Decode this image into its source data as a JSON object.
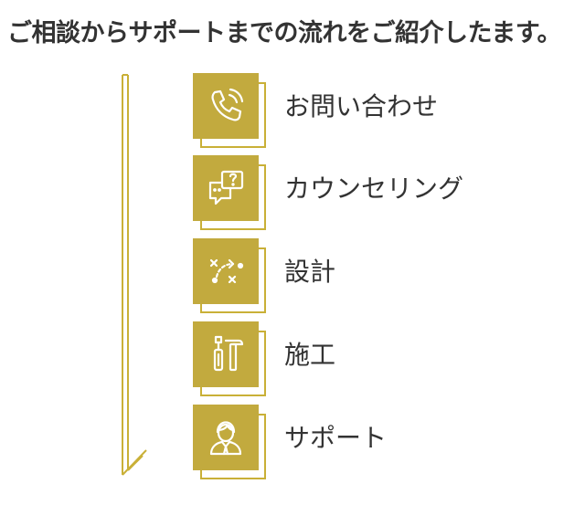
{
  "title": "ご相談からサポートまでの流れをご紹介したます。",
  "colors": {
    "accent": "#c2aa3e",
    "accent_line": "#c9b037",
    "text": "#333333"
  },
  "steps": [
    {
      "label": "お問い合わせ",
      "icon": "phone-icon"
    },
    {
      "label": "カウンセリング",
      "icon": "chat-question-icon"
    },
    {
      "label": "設計",
      "icon": "strategy-plan-icon"
    },
    {
      "label": "施工",
      "icon": "tools-icon"
    },
    {
      "label": "サポート",
      "icon": "support-person-icon"
    }
  ]
}
